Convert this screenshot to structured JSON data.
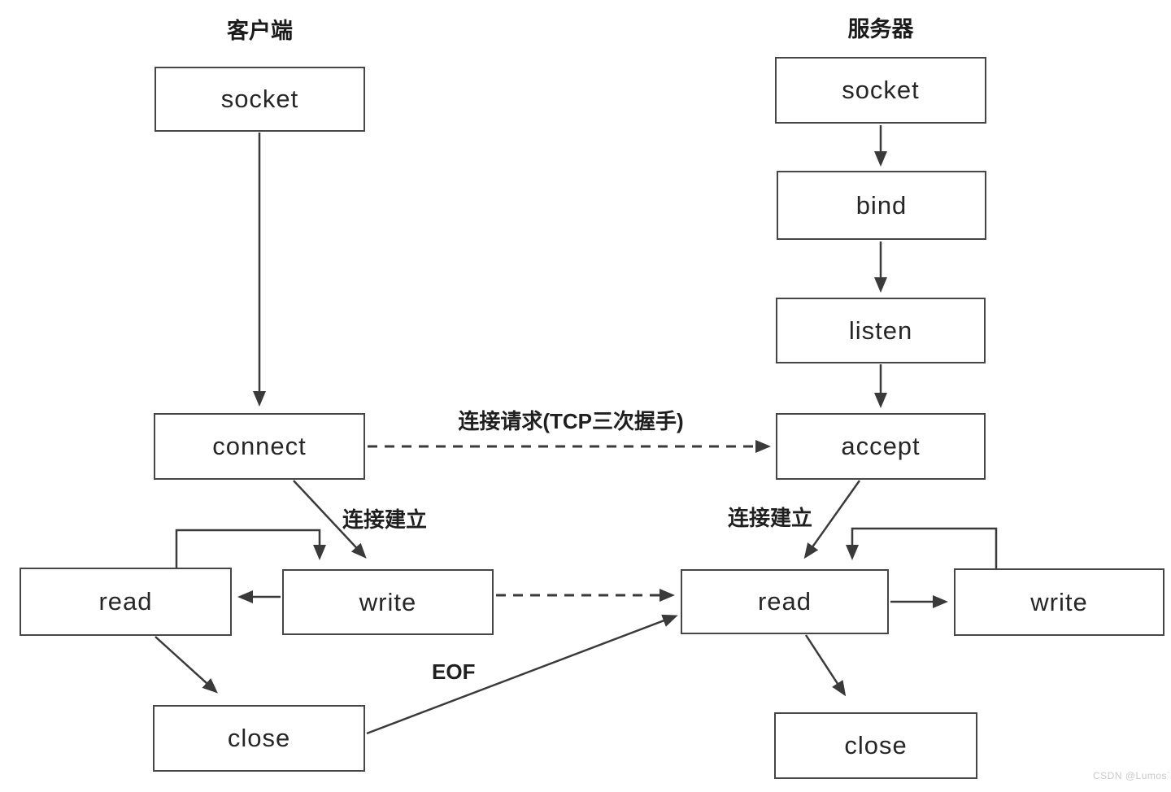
{
  "client": {
    "title": "客户端",
    "boxes": {
      "socket": "socket",
      "connect": "connect",
      "read": "read",
      "write": "write",
      "close": "close"
    }
  },
  "server": {
    "title": "服务器",
    "boxes": {
      "socket": "socket",
      "bind": "bind",
      "listen": "listen",
      "accept": "accept",
      "read": "read",
      "write": "write",
      "close": "close"
    }
  },
  "edge_labels": {
    "connection_request": "连接请求(TCP三次握手)",
    "connection_established_client": "连接建立",
    "connection_established_server": "连接建立",
    "eof": "EOF"
  },
  "watermark": "CSDN @Lumos`",
  "colors": {
    "background": "#ffffff",
    "line": "#3a3a3a",
    "box_border": "#464646",
    "box_text": "#262626",
    "label_text": "#1f1f1f",
    "watermark_text": "#c9c9c9"
  }
}
